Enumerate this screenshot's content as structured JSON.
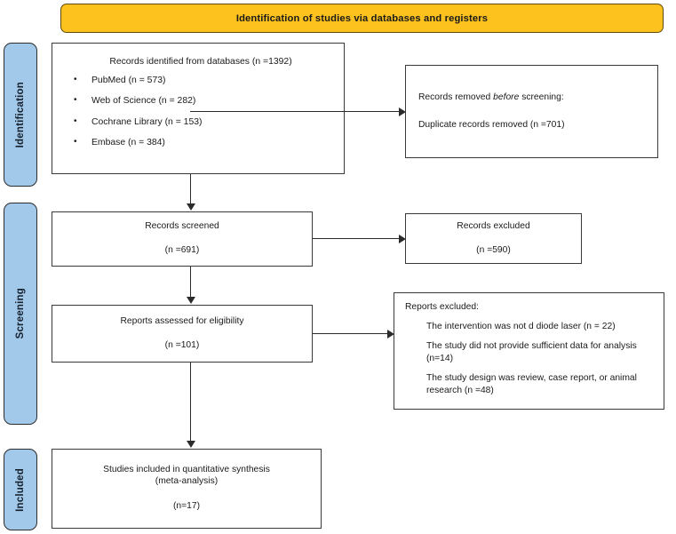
{
  "banner": {
    "title": "Identification of studies via databases and registers",
    "color": "#FDC21E"
  },
  "phases": {
    "identification": "Identification",
    "screening": "Screening",
    "included": "Included",
    "color": "#A3C9EA"
  },
  "boxes": {
    "identified": {
      "title": "Records identified from databases (n =1392)",
      "sources": [
        "PubMed (n = 573)",
        "Web of Science (n = 282)",
        "Cochrane Library (n = 153)",
        "Embase (n = 384)"
      ]
    },
    "removed": {
      "line1_pre": "Records removed ",
      "line1_em": "before",
      "line1_post": " screening:",
      "line2": "Duplicate records removed (n =701)"
    },
    "screened": {
      "label": "Records screened",
      "count": "(n =691)"
    },
    "excluded": {
      "label": "Records excluded",
      "count": "(n =590)"
    },
    "assessed": {
      "label": "Reports assessed for eligibility",
      "count": "(n =101)"
    },
    "reasons": {
      "lead": "Reports excluded:",
      "items": [
        "The intervention was not d diode laser (n = 22)",
        "The study did not provide sufficient data for analysis (n=14)",
        "The study design was review, case report, or animal research (n =48)"
      ]
    },
    "included": {
      "line1": "Studies included in quantitative synthesis",
      "line2": "(meta-analysis)",
      "count": "(n=17)"
    }
  }
}
